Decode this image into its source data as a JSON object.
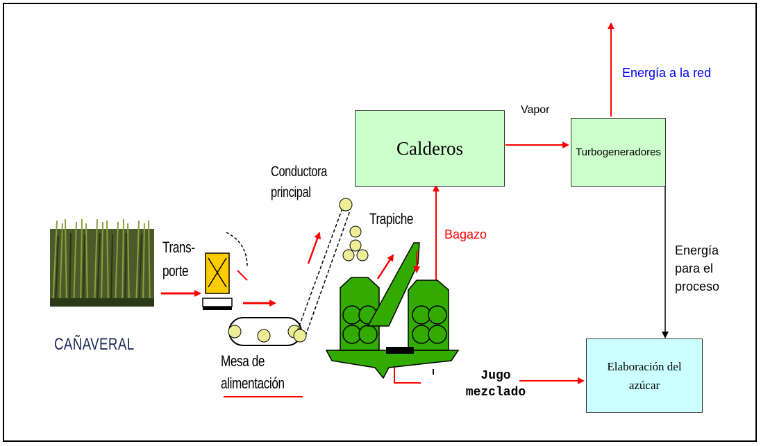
{
  "nodes": {
    "calderos": "Calderos",
    "turbogeneradores": "Turbogeneradores",
    "elaboracion": "Elaboración del azúcar"
  },
  "labels": {
    "energia_red": "Energía a la red",
    "vapor": "Vapor",
    "bagazo": "Bagazo",
    "energia_proceso": "Energía para el proceso",
    "jugo_mezclado": "Jugo mezclado",
    "conductora": "Conductora principal",
    "trapiche": "Trapiche",
    "transporte": "Trans- porte",
    "canaveral": "CAÑAVERAL",
    "mesa": "Mesa de alimentación"
  },
  "colors": {
    "box_green": "#ccffcc",
    "box_cyan": "#ccffff",
    "arrow_red": "#ff0000",
    "machine_green": "#33aa00",
    "label_blue": "#0000ff"
  }
}
